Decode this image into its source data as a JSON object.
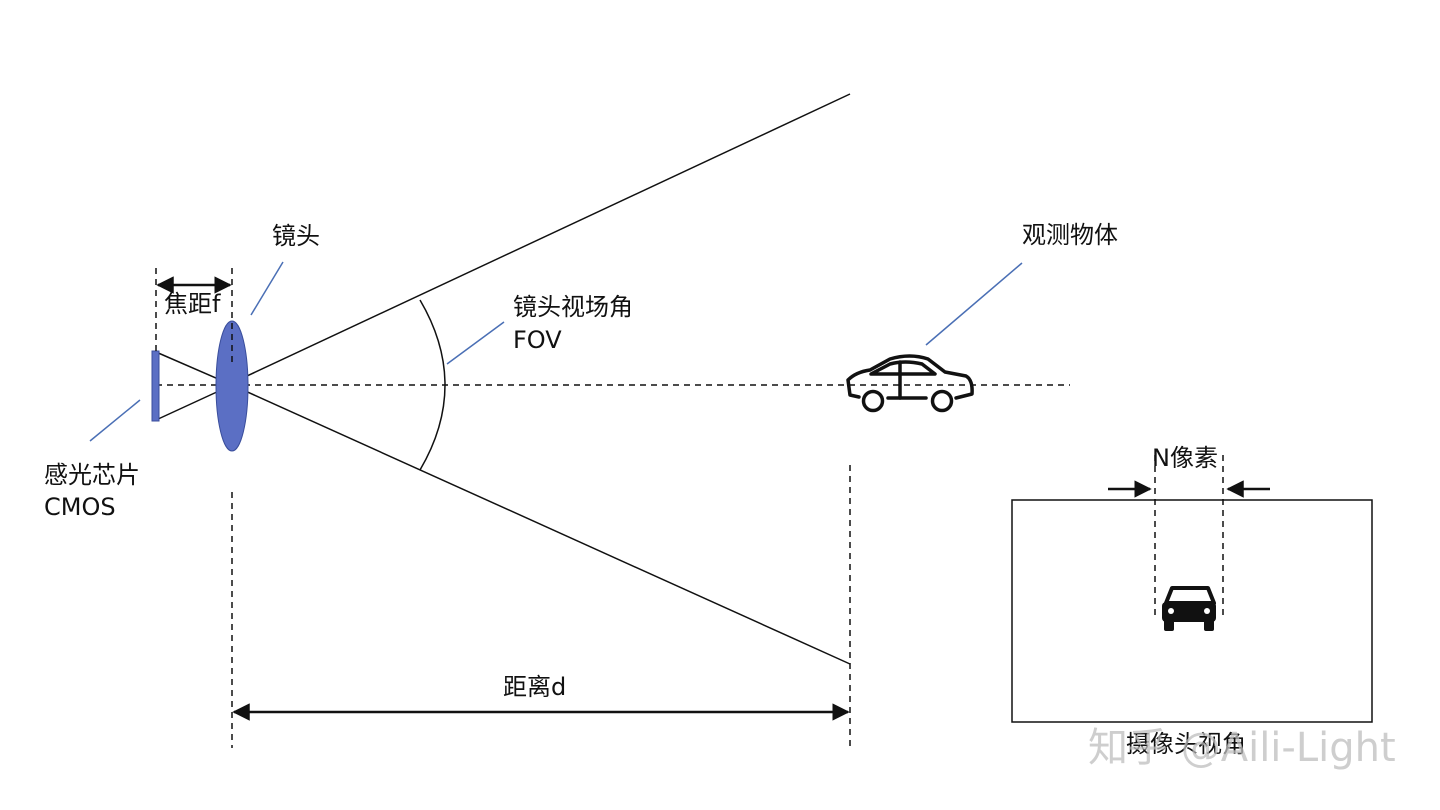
{
  "colors": {
    "line": "#111111",
    "leader": "#4a6fb5",
    "lens_fill": "#5b6fc4",
    "sensor_fill": "#5b6fc4",
    "watermark": "#bebebe"
  },
  "labels": {
    "lens": "镜头",
    "focal_length": "焦距f",
    "sensor_line1": "感光芯片",
    "sensor_line2": "CMOS",
    "fov_line1": "镜头视场角",
    "fov_line2": "FOV",
    "object": "观测物体",
    "distance": "距离d",
    "n_pixels": "N像素",
    "camera_view": "摄像头视角"
  },
  "watermark": "知乎 @Aili-Light",
  "icons": [
    "car-side-icon",
    "car-front-icon"
  ]
}
